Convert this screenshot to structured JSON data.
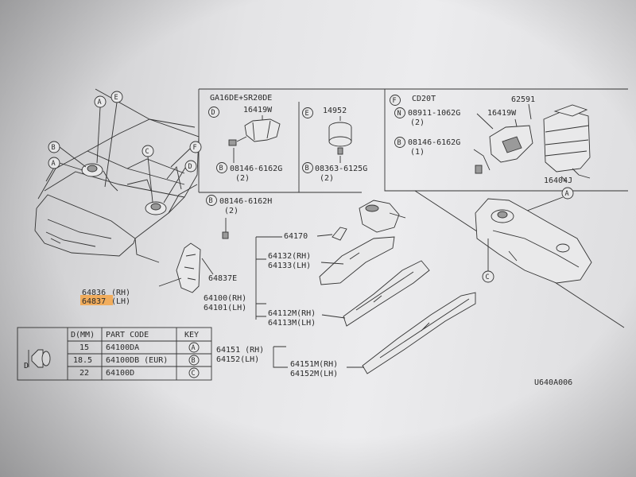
{
  "sections": {
    "d": {
      "key": "D",
      "title": "GA16DE+SR20DE",
      "part": "16419W",
      "bolt": "08146-6162G",
      "bolt_qty": "(2)",
      "bolt_marker": "B"
    },
    "e": {
      "key": "E",
      "part": "14952",
      "bolt": "08363-6125G",
      "bolt_qty": "(2)",
      "bolt_marker": "B"
    },
    "f": {
      "key": "F",
      "title": "CD20T",
      "nut": "08911-1062G",
      "nut_qty": "(2)",
      "nut_marker": "N",
      "part1": "16419W",
      "part2": "62591",
      "bolt": "08146-6162G",
      "bolt_qty": "(1)",
      "bolt_marker": "B",
      "part3": "16404J"
    }
  },
  "callouts": {
    "a": "A",
    "b": "B",
    "c": "C",
    "e": "E",
    "f": "F",
    "d": "D",
    "bolt_marker": "B",
    "bolt": "08146-6162H",
    "bolt_qty": "(2)",
    "detail_a": "A",
    "detail_c": "C"
  },
  "parts": {
    "p64836_num": "64836",
    "p64836_side": "(RH)",
    "p64837_num": "64837",
    "p64837_side": "(LH)",
    "p64837e": "64837E",
    "p64170": "64170",
    "p64132": "64132(RH)",
    "p64133": "64133(LH)",
    "p64100": "64100(RH)",
    "p64101": "64101(LH)",
    "p64112m": "64112M(RH)",
    "p64113m": "64113M(LH)",
    "p64151": "64151 (RH)",
    "p64152": "64152(LH)",
    "p64151m": "64151M(RH)",
    "p64152m": "64152M(LH)"
  },
  "table": {
    "headers": [
      "D(MM)",
      "PART CODE",
      "KEY"
    ],
    "d_symbol": "D",
    "rows": [
      {
        "d": "15",
        "code": "64100DA",
        "key": "A"
      },
      {
        "d": "18.5",
        "code": "64100DB (EUR)",
        "key": "B"
      },
      {
        "d": "22",
        "code": "64100D",
        "key": "C"
      }
    ]
  },
  "diagram_id": "U640A006"
}
